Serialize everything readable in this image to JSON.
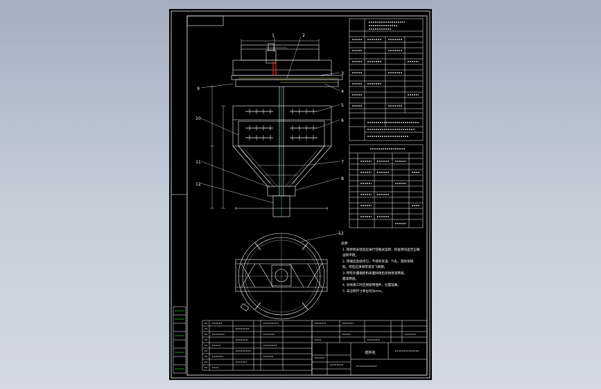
{
  "drawing": {
    "callouts": [
      "1",
      "2",
      "3",
      "4",
      "5",
      "6",
      "7",
      "8",
      "9",
      "10",
      "11",
      "12",
      "12"
    ],
    "notes_title": "说明:",
    "notes": [
      "1. 搅拌机安装后应进行空载试运转，检查转向是否正确",
      "   运转平稳。",
      "2. 焊缝应连续均匀，不得有夹渣、气孔、裂纹等缺",
      "   陷，焊后应清除焊渣及飞溅物。",
      "3. 所有外露钢结构表面除锈后涂防锈漆两道，",
      "   面漆两道。",
      "4. 池体施工时应预留预埋件，位置准确。",
      "5. 未注明尺寸单位均为mm。"
    ],
    "title_block": {
      "title": "搅拌池"
    },
    "colors": {
      "sheet": "#000000",
      "line": "#ffffff",
      "accent_red": "#ff2020",
      "accent_green": "#33cc33",
      "accent_yellow": "#e8e840",
      "accent_cyan": "#40e0e0",
      "accent_magenta": "#e040e0"
    }
  }
}
